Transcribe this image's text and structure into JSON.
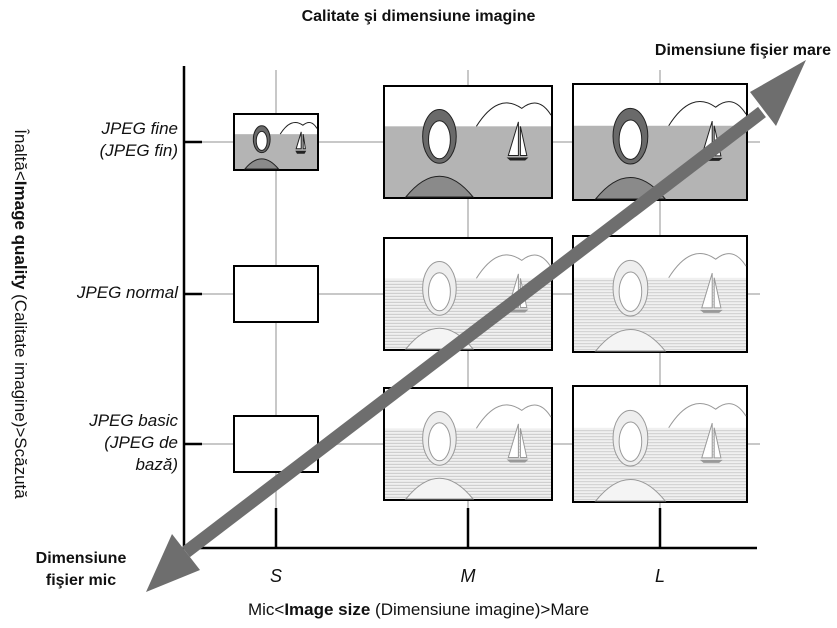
{
  "title": "Calitate şi dimensiune imagine",
  "large_file_label": "Dimensiune fişier mare",
  "small_file_label_line1": "Dimensiune",
  "small_file_label_line2": "fişier mic",
  "quality_rows": [
    {
      "line1": "JPEG fine",
      "line2": "(JPEG fin)",
      "line3": ""
    },
    {
      "line1": "JPEG normal",
      "line2": "",
      "line3": ""
    },
    {
      "line1": "JPEG basic",
      "line2": "(JPEG de",
      "line3": "bază)"
    }
  ],
  "size_columns": [
    "S",
    "M",
    "L"
  ],
  "x_axis": {
    "low": "Mic<",
    "name": "Image size",
    "translation": " (Dimensiune imagine)>",
    "high": "Mare"
  },
  "y_axis": {
    "high": "Înaltă<",
    "name": "Image quality",
    "translation": " (Calitate imagine)>",
    "low": "Scăzută"
  },
  "colors": {
    "arrow": "#6e6e6e",
    "grid": "#c8c8c8",
    "axis": "#000000",
    "photo_sky": "#ffffff",
    "photo_sea": "#b4b4b4"
  },
  "thumbnails": [
    {
      "quality": "fine",
      "size": "S",
      "style": "photo"
    },
    {
      "quality": "fine",
      "size": "M",
      "style": "photo"
    },
    {
      "quality": "fine",
      "size": "L",
      "style": "photo"
    },
    {
      "quality": "normal",
      "size": "S",
      "style": "blank"
    },
    {
      "quality": "normal",
      "size": "M",
      "style": "faded"
    },
    {
      "quality": "normal",
      "size": "L",
      "style": "faded"
    },
    {
      "quality": "basic",
      "size": "S",
      "style": "blank"
    },
    {
      "quality": "basic",
      "size": "M",
      "style": "faded"
    },
    {
      "quality": "basic",
      "size": "L",
      "style": "faded"
    }
  ]
}
